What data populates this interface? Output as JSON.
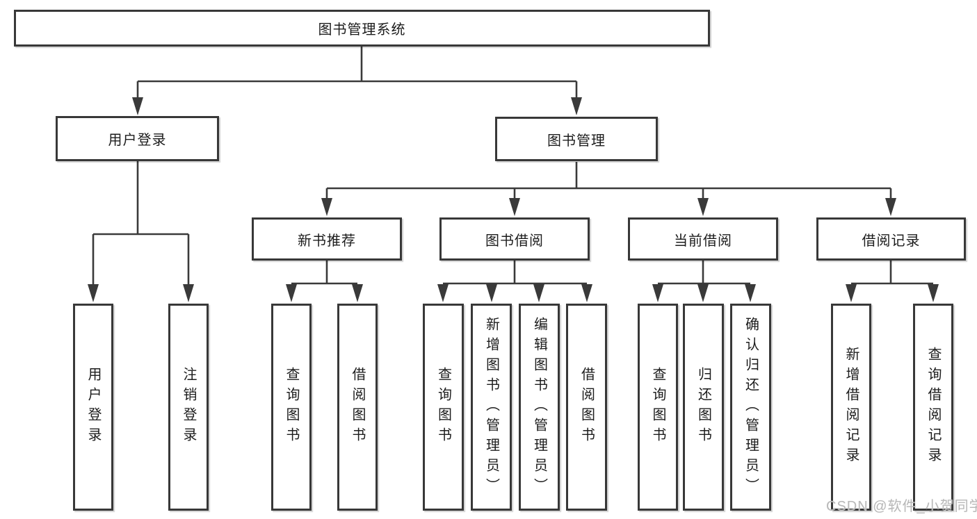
{
  "diagram_title": "图书管理系统",
  "tree": {
    "root": {
      "label": "图书管理系统"
    },
    "branches": [
      {
        "label": "用户登录",
        "children": [
          {
            "label": "用户登录"
          },
          {
            "label": "注销登录"
          }
        ]
      },
      {
        "label": "图书管理",
        "groups": [
          {
            "label": "新书推荐",
            "children": [
              {
                "label": "查询图书"
              },
              {
                "label": "借阅图书"
              }
            ]
          },
          {
            "label": "图书借阅",
            "children": [
              {
                "label": "查询图书"
              },
              {
                "label": "新增图书（管理员）"
              },
              {
                "label": "编辑图书（管理员）"
              },
              {
                "label": "借阅图书"
              }
            ]
          },
          {
            "label": "当前借阅",
            "children": [
              {
                "label": "查询图书"
              },
              {
                "label": "归还图书"
              },
              {
                "label": "确认归还（管理员）"
              }
            ]
          },
          {
            "label": "借阅记录",
            "children": [
              {
                "label": "新增借阅记录"
              },
              {
                "label": "查询借阅记录"
              }
            ]
          }
        ]
      }
    ]
  },
  "watermark": {
    "text": "CSDN @软件_小贺同学"
  },
  "colors": {
    "line": "#3a3a3a",
    "box_border": "#383838",
    "text": "#1c1c1c",
    "background": "#ffffff",
    "watermark": "#b9b9b9"
  }
}
